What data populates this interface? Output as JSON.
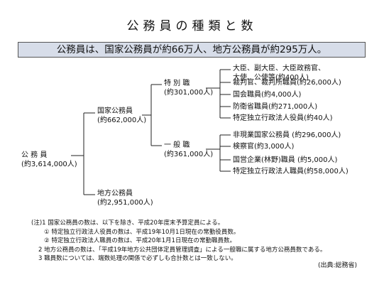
{
  "title": "公務員の種類と数",
  "banner": "公務員は、国家公務員が約66万人、地方公務員が約295万人。",
  "nodes": {
    "root": {
      "name": "公 務 員",
      "count": "(約3,614,000人)"
    },
    "national": {
      "name": "国家公務員",
      "count": "(約662,000人)"
    },
    "local": {
      "name": "地方公務員",
      "count": "(約2,951,000人)"
    },
    "special": {
      "name": "特 別 職",
      "count": "(約301,000人)"
    },
    "general": {
      "name": "一 般 職",
      "count": "(約361,000人)"
    }
  },
  "special_items": [
    {
      "line1": "大臣、副大臣、大臣政務官、",
      "line2": "大使、公使等(約400人)"
    },
    {
      "line1": "裁判官、裁判所職員(約26,000人)"
    },
    {
      "line1": "国会職員(約4,000人)"
    },
    {
      "line1": "防衛省職員(約271,000人)"
    },
    {
      "line1": "特定独立行政法人役員(約40人)"
    }
  ],
  "general_items": [
    {
      "line1": "非現業国家公務員 (約296,000人)"
    },
    {
      "line1": "検察官(約3,000人)"
    },
    {
      "line1": "国営企業(林野)職員 (約5,000人)"
    },
    {
      "line1": "特定独立行政法人職員(約58,000人)"
    }
  ],
  "notes": [
    "(注)1  国家公務員の数は、以下を除き、平成20年度末予算定員による。",
    "①  特定独立行政法人役員の数は、平成19年10月1日現在の常勤役員数。",
    "②  特定独立行政法人職員の数は、平成20年1月1日現在の常勤職員数。",
    "2  地方公務員の数は、「平成19年地方公共団体定員管理調査」による一般職に属する地方公務員数である。",
    "3  職員数については、端数処理の関係で必ずしも合計数とは一致しない。"
  ],
  "source": "(出典:総務省)"
}
